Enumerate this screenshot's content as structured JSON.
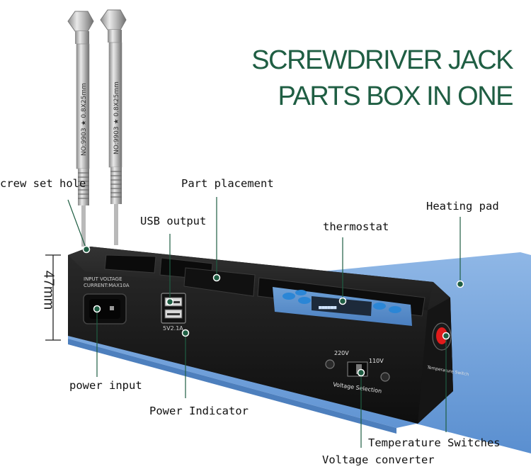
{
  "heading": {
    "line1": "SCREWDRIVER JACK",
    "line2": "PARTS BOX IN ONE"
  },
  "dimension": "47mm",
  "callouts": {
    "screw_set_hole": "crew set hole",
    "part_placement": "Part placement",
    "usb_output": "USB output",
    "thermostat": "thermostat",
    "heating_pad": "Heating pad",
    "power_input": "power input",
    "power_indicator": "Power Indicator",
    "temperature_switches": "Temperature Switches",
    "voltage_converter": "Voltage converter"
  },
  "device_markings": {
    "input_voltage": "INPUT VOLTAGE",
    "current": "CURRENT:MAX10A",
    "usb_rating": "5V2.1A",
    "v220": "220V",
    "v110": "110V",
    "voltage_selection": "Voltage Selection",
    "temperature_switch": "Temperature Switch",
    "screwdriver_model": "NO:9903 ★ 0.8X25mm"
  },
  "colors": {
    "title": "#1f5e43",
    "marker": "#1f5e43",
    "pad": "#6b9fd8",
    "box": "#1a1a1a",
    "switch": "#e01b1b"
  }
}
